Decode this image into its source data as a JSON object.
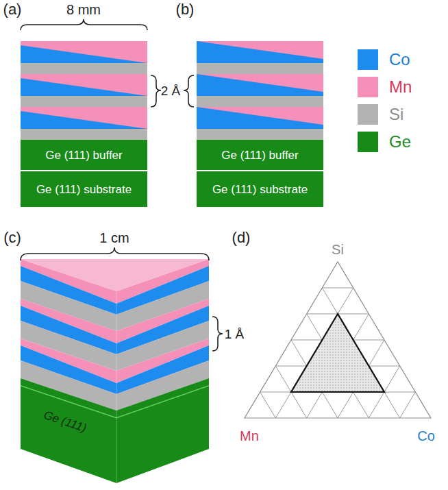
{
  "diagram": {
    "nodes": [
      {
        "text": [
          "Ge (111) buffer"
        ]
      },
      {
        "text": [
          "Ge (111) substrate"
        ]
      },
      {
        "text": [
          "Ge (111) buffer"
        ]
      },
      {
        "text": [
          "Ge (111) substrate"
        ]
      }
    ],
    "labels": [
      "(a)",
      "8 mm",
      "2 Å",
      "(b)",
      "(c)",
      "1 cm",
      "1 Å",
      "Ge (111)",
      "(d)",
      "Si",
      "Mn",
      "Co"
    ],
    "legend": [
      {
        "text": "Co",
        "color": "#1E8BEF"
      },
      {
        "text": "Mn",
        "color": "#F590B8"
      },
      {
        "text": "Si",
        "color": "#B3B3B3"
      },
      {
        "text": "Ge",
        "color": "#178A17"
      }
    ]
  }
}
